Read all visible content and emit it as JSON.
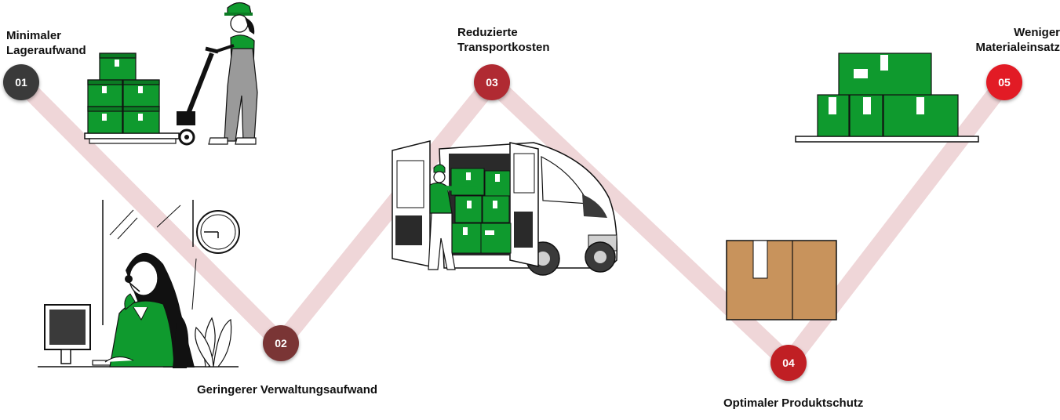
{
  "steps": [
    {
      "number": "01",
      "title_lines": [
        "Minimaler",
        "Lageraufwand"
      ],
      "color": "#3a3a3a"
    },
    {
      "number": "02",
      "title_lines": [
        "Geringerer Verwaltungsaufwand"
      ],
      "color": "#7a3535"
    },
    {
      "number": "03",
      "title_lines": [
        "Reduzierte",
        "Transportkosten"
      ],
      "color": "#b02a32"
    },
    {
      "number": "04",
      "title_lines": [
        "Optimaler Produktschutz"
      ],
      "color": "#c01f24"
    },
    {
      "number": "05",
      "title_lines": [
        "Weniger",
        "Materialeinsatz"
      ],
      "color": "#e21b25"
    }
  ],
  "colors": {
    "path": "#efd6d8",
    "box_green": "#0f9a2e",
    "box_green_dark": "#0b7a23",
    "cardboard": "#c8935c",
    "ink": "#111111"
  },
  "illustrations": [
    {
      "name": "warehouse-worker-pallet-jack-illustration"
    },
    {
      "name": "office-agent-headset-illustration"
    },
    {
      "name": "delivery-van-loading-illustration"
    },
    {
      "name": "cardboard-box-illustration"
    },
    {
      "name": "stacked-boxes-shelf-illustration"
    }
  ]
}
